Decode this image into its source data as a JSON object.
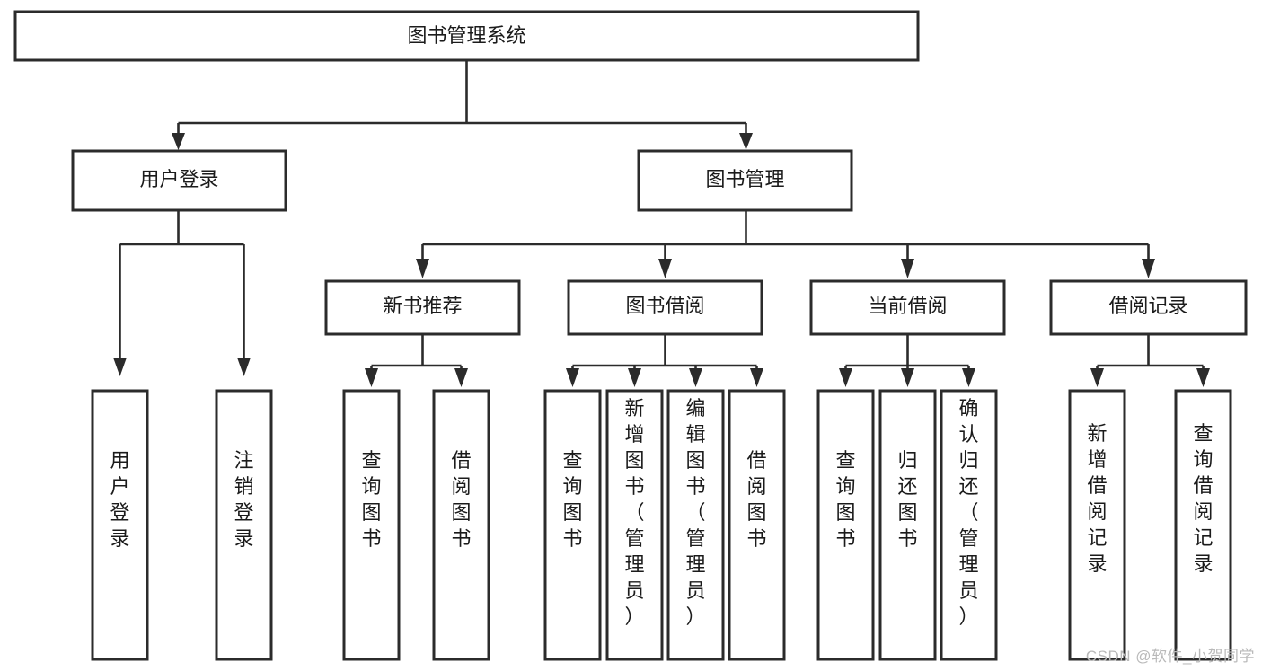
{
  "diagram": {
    "title": "图书管理系统",
    "watermark": "CSDN @软件_小贺同学",
    "colors": {
      "stroke": "#2b2b2b",
      "fill": "#ffffff",
      "text": "#1b1b1b",
      "watermark": "#b9b9b9",
      "background": "#ffffff"
    },
    "nodes": {
      "root": {
        "label": "图书管理系统"
      },
      "level2": [
        {
          "id": "user-login",
          "label": "用户登录"
        },
        {
          "id": "book-management",
          "label": "图书管理"
        }
      ],
      "level3": [
        {
          "id": "new-book-recommend",
          "label": "新书推荐"
        },
        {
          "id": "book-borrow",
          "label": "图书借阅"
        },
        {
          "id": "current-borrow",
          "label": "当前借阅"
        },
        {
          "id": "borrow-record",
          "label": "借阅记录"
        }
      ],
      "leaves": {
        "user-login": [
          {
            "id": "leaf-user-login",
            "label": "用户登录"
          },
          {
            "id": "leaf-logout-login",
            "label": "注销登录"
          }
        ],
        "new-book-recommend": [
          {
            "id": "leaf-query-book-1",
            "label": "查询图书"
          },
          {
            "id": "leaf-borrow-book-1",
            "label": "借阅图书"
          }
        ],
        "book-borrow": [
          {
            "id": "leaf-query-book-2",
            "label": "查询图书"
          },
          {
            "id": "leaf-add-book",
            "label": "新增图书（管理员）"
          },
          {
            "id": "leaf-edit-book",
            "label": "编辑图书（管理员）"
          },
          {
            "id": "leaf-borrow-book-2",
            "label": "借阅图书"
          }
        ],
        "current-borrow": [
          {
            "id": "leaf-query-book-3",
            "label": "查询图书"
          },
          {
            "id": "leaf-return-book",
            "label": "归还图书"
          },
          {
            "id": "leaf-confirm-return",
            "label": "确认归还（管理员）"
          }
        ],
        "borrow-record": [
          {
            "id": "leaf-add-record",
            "label": "新增借阅记录"
          },
          {
            "id": "leaf-query-record",
            "label": "查询借阅记录"
          }
        ]
      }
    }
  }
}
